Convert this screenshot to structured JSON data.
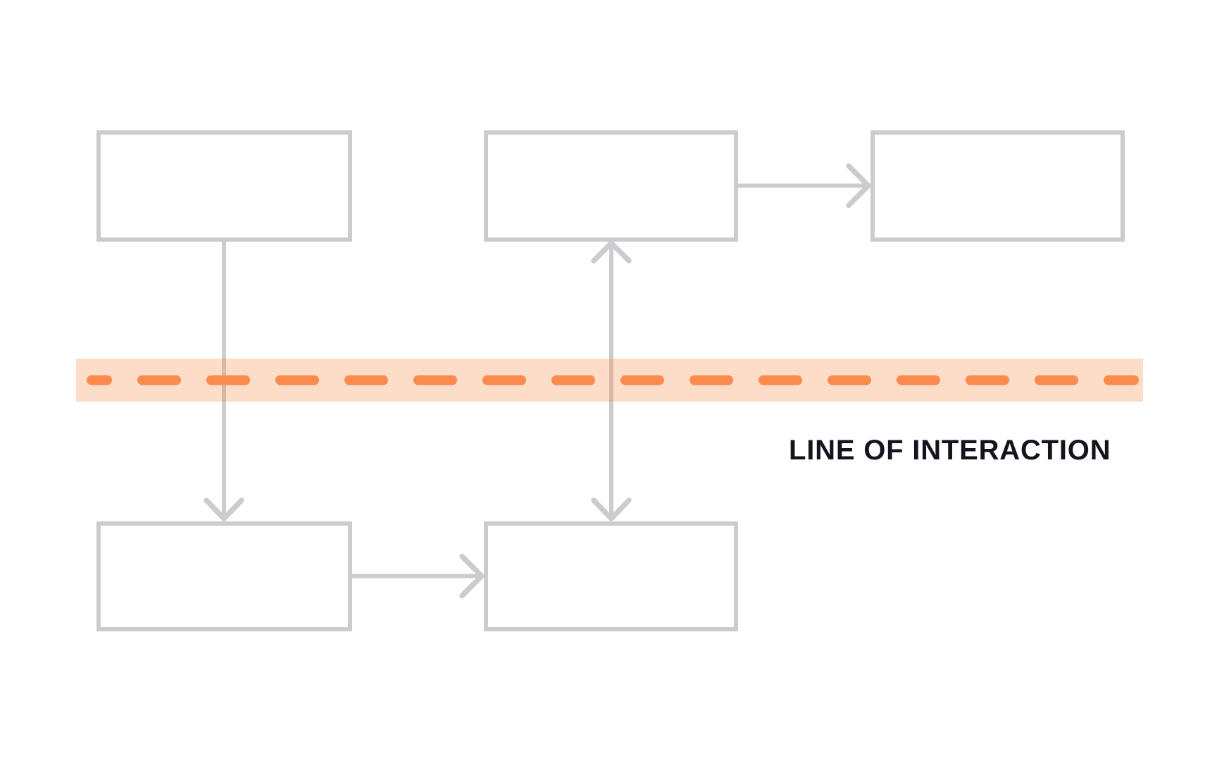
{
  "diagram": {
    "label": "LINE OF INTERACTION",
    "nodes": [
      {
        "id": "box-top-left",
        "text": ""
      },
      {
        "id": "box-top-middle",
        "text": ""
      },
      {
        "id": "box-top-right",
        "text": ""
      },
      {
        "id": "box-bottom-left",
        "text": ""
      },
      {
        "id": "box-bottom-middle",
        "text": ""
      }
    ],
    "connectors": [
      {
        "from": "box-top-left",
        "to": "box-bottom-left",
        "type": "arrow-down"
      },
      {
        "from": "box-top-middle",
        "to": "box-bottom-middle",
        "type": "arrow-both-ends"
      },
      {
        "from": "box-top-middle",
        "to": "box-top-right",
        "type": "arrow-right"
      },
      {
        "from": "box-bottom-left",
        "to": "box-bottom-middle",
        "type": "arrow-right"
      }
    ],
    "band": {
      "style": "dashed",
      "orientation": "horizontal"
    }
  },
  "colors": {
    "background": "#ffffff",
    "box_stroke": "#cbcccf",
    "arrow_stroke": "#cbcccf",
    "band_fill": "rgba(250,130,50,0.27)",
    "dash_stroke": "#fb8a4e",
    "label_color": "#14141e"
  }
}
